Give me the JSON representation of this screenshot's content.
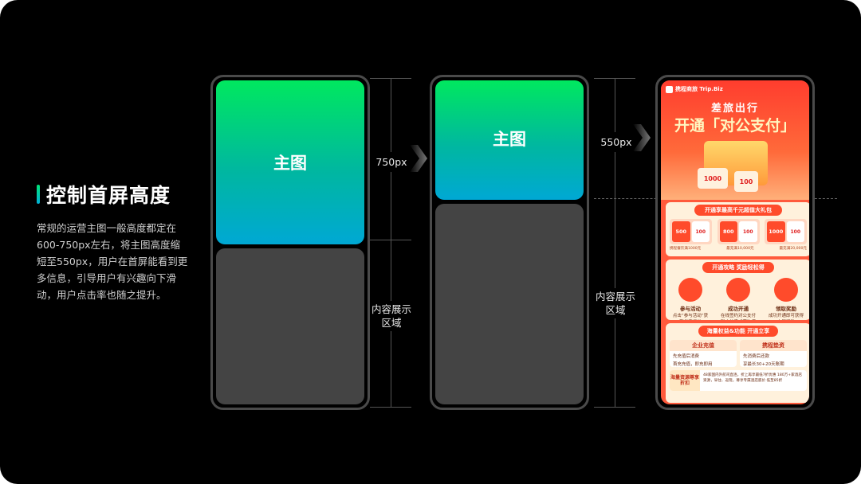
{
  "title": "控制首屏高度",
  "description": "常规的运营主图一般高度都定在600-750px左右，将主图高度缩短至550px，用户在首屏能看到更多信息，引导用户有兴趣向下滑动，用户点击率也随之提升。",
  "phones": [
    {
      "main_label": "主图",
      "measure_label": "750px",
      "content_label": "内容展示区域"
    },
    {
      "main_label": "主图",
      "measure_label": "550px",
      "content_label": "内容展示区域"
    }
  ],
  "poster": {
    "logo": "携程商旅 Trip.Biz",
    "subtitle": "差旅出行",
    "headline": "开通「对公支付」",
    "card_a": "1000",
    "card_b": "100",
    "section1_title": "开通享最高千元超值大礼包",
    "coupons": [
      {
        "a": "500",
        "b": "100",
        "note": "携程餐饮满1000元"
      },
      {
        "a": "800",
        "b": "100",
        "note": "最充满10,000元"
      },
      {
        "a": "1000",
        "b": "100",
        "note": "最充满20,000元"
      }
    ],
    "section2_title": "开通攻略 奖励轻松得",
    "steps": [
      {
        "title": "参与活动",
        "sub": "点击“参与活动”获取优惠权益"
      },
      {
        "title": "成功开通",
        "sub": "在线签约对公支付账户并完成首次使用"
      },
      {
        "title": "领取奖励",
        "sub": "成功开通即可获得丰厚奖励"
      }
    ],
    "section3_title": "海量权益&功能 开通立享",
    "col_left": {
      "title": "企业充值",
      "items": [
        "先充值后消费",
        "首充充值，即充即用"
      ]
    },
    "col_right": {
      "title": "携程垫资",
      "items": [
        "先消费后还款",
        "享最长30+20天账期"
      ]
    },
    "strip_tag": "海量资源尊享折扣",
    "strip_text": "48家国内外航司直连，折上再享最低7折优惠 180万+家酒店资源，早住、返现，尊享专属酒店底价 低至85折"
  }
}
